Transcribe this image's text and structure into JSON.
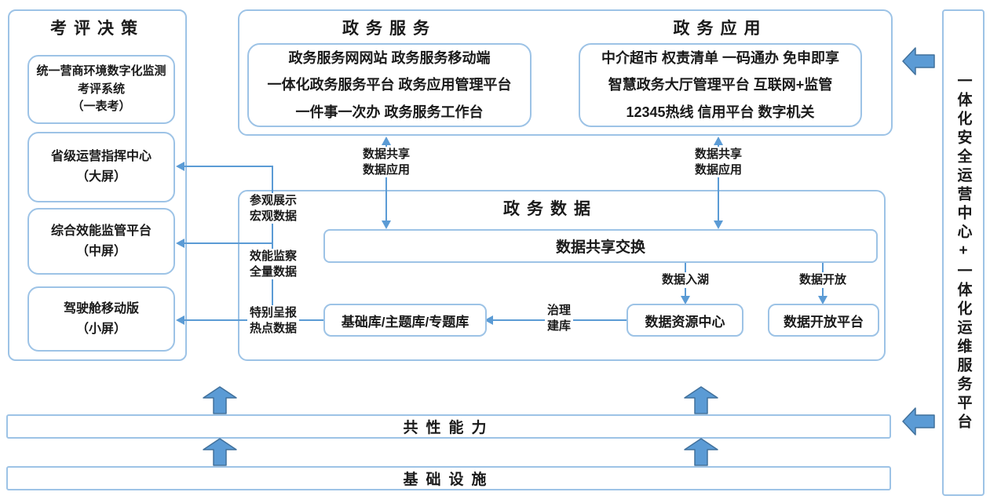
{
  "colors": {
    "line": "#5B9BD5",
    "box_border": "#9DC3E6",
    "arrow_fill": "#5B9BD5",
    "arrow_stroke": "#41719C",
    "text": "#1a1a1a",
    "background": "#FFFFFF"
  },
  "left_panel": {
    "title": "考评决策",
    "boxes": [
      {
        "lines": [
          "统一营商环境数字化监测",
          "考评系统",
          "（一表考）"
        ]
      },
      {
        "lines": [
          "省级运营指挥中心",
          "（大屏）"
        ]
      },
      {
        "lines": [
          "综合效能监管平台",
          "（中屏）"
        ]
      },
      {
        "lines": [
          "驾驶舱移动版",
          "（小屏）"
        ]
      }
    ]
  },
  "top_section": {
    "service": {
      "title": "政务服务",
      "lines": [
        "政务服务网网站 政务服务移动端",
        "一体化政务服务平台 政务应用管理平台",
        "一件事一次办 政务服务工作台"
      ]
    },
    "application": {
      "title": "政务应用",
      "lines": [
        "中介超市 权责清单 一码通办 免申即享",
        "智慧政务大厅管理平台 互联网+监管",
        "12345热线 信用平台 数字机关"
      ]
    }
  },
  "data_flow_labels": {
    "left": [
      "数据共享",
      "数据应用"
    ],
    "right": [
      "数据共享",
      "数据应用"
    ]
  },
  "data_section": {
    "title": "政务数据",
    "exchange": "数据共享交换",
    "base_box": "基础库/主题库/专题库",
    "resource_box": "数据资源中心",
    "open_box": "数据开放平台",
    "lake_label": "数据入湖",
    "open_label": "数据开放",
    "govern_label": [
      "治理",
      "建库"
    ],
    "left_labels": [
      [
        "参观展示",
        "宏观数据"
      ],
      [
        "效能监察",
        "全量数据"
      ],
      [
        "特别呈报",
        "热点数据"
      ]
    ]
  },
  "bottom": {
    "capability": "共性能力",
    "infrastructure": "基础设施"
  },
  "right_bar": {
    "text": "一体化安全运营中心+一体化运维服务平台"
  }
}
